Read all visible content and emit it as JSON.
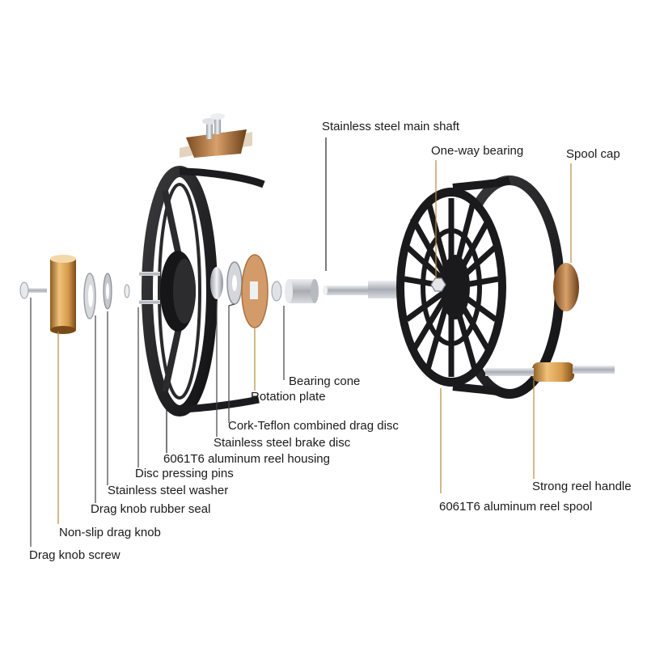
{
  "labels": {
    "main_shaft": "Stainless steel main shaft",
    "one_way_bearing": "One-way bearing",
    "spool_cap": "Spool cap",
    "bearing_cone": "Bearing cone",
    "rotation_plate": "Rotation plate",
    "drag_disc": "Cork-Teflon combined drag disc",
    "brake_disc": "Stainless steel brake disc",
    "reel_housing": "6061T6 aluminum reel housing",
    "pressing_pins": "Disc pressing pins",
    "steel_washer": "Stainless steel washer",
    "rubber_seal": "Drag knob rubber seal",
    "drag_knob": "Non-slip drag knob",
    "knob_screw": "Drag knob screw",
    "reel_handle": "Strong reel handle",
    "reel_spool": "6061T6 aluminum reel spool"
  },
  "colors": {
    "frame": "#1c1c1e",
    "gold": "#d4a05a",
    "copper": "#b8793a",
    "silver": "#c9ccd1",
    "leader_dark": "#222222",
    "leader_gold": "#b98a3e"
  }
}
